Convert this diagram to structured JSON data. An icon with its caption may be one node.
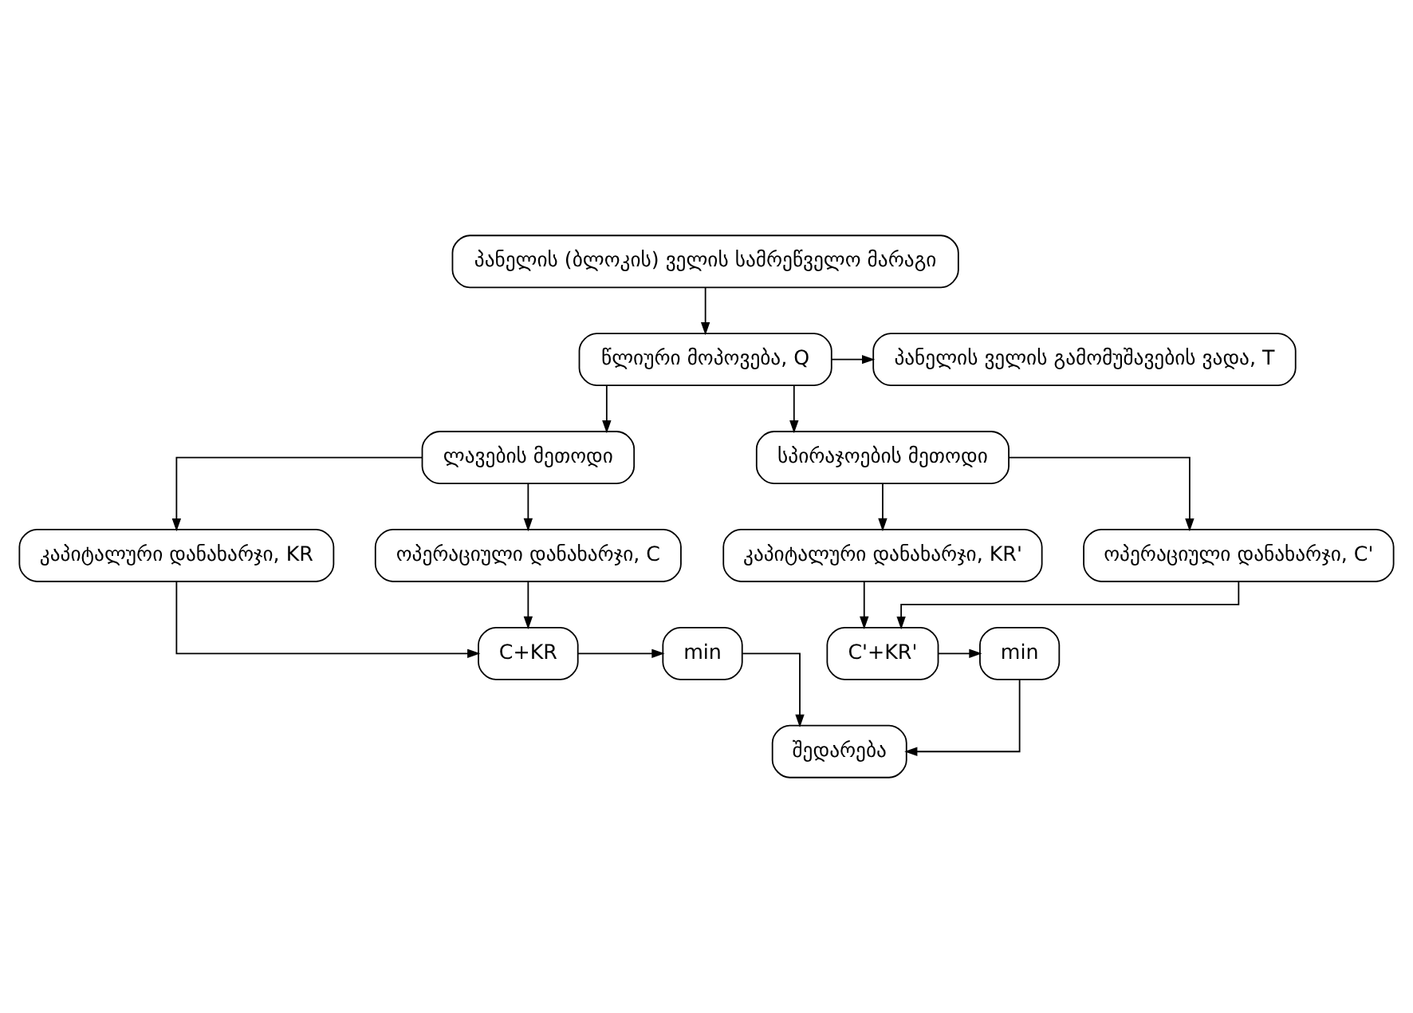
{
  "diagram": {
    "nodes": [
      {
        "text": [
          "პანელის (ბლოკის) ველის სამრეწველო მარაგი"
        ]
      },
      {
        "text": [
          "წლიური მოპოვება, Q"
        ]
      },
      {
        "text": [
          "პანელის ველის გამომუშავების ვადა, T"
        ]
      },
      {
        "text": [
          "ლავების მეთოდი"
        ]
      },
      {
        "text": [
          "სპირაჯოების მეთოდი"
        ]
      },
      {
        "text": [
          "კაპიტალური დანახარჯი, KR"
        ]
      },
      {
        "text": [
          "ოპერაციული დანახარჯი, C"
        ]
      },
      {
        "text": [
          "კაპიტალური დანახარჯი, KR'"
        ]
      },
      {
        "text": [
          "ოპერაციული დანახარჯი, C'"
        ]
      },
      {
        "text": [
          "C+KR"
        ]
      },
      {
        "text": [
          "min"
        ]
      },
      {
        "text": [
          "min"
        ]
      },
      {
        "text": [
          "C'+KR'"
        ]
      },
      {
        "text": [
          "შედარება"
        ]
      }
    ],
    "edges": [
      {
        "from": 0,
        "to": 1,
        "arrow": "to"
      },
      {
        "from": 1,
        "to": 2,
        "arrow": "to"
      },
      {
        "from": 1,
        "to": 3,
        "arrow": "to"
      },
      {
        "from": 1,
        "to": 4,
        "arrow": "to"
      },
      {
        "from": 3,
        "to": 5,
        "arrow": "to"
      },
      {
        "from": 3,
        "to": 6,
        "arrow": "to"
      },
      {
        "from": 4,
        "to": 7,
        "arrow": "to"
      },
      {
        "from": 4,
        "to": 8,
        "arrow": "to"
      },
      {
        "from": 5,
        "to": 9,
        "arrow": "to"
      },
      {
        "from": 6,
        "to": 9,
        "arrow": "to"
      },
      {
        "from": 7,
        "to": 12,
        "arrow": "to"
      },
      {
        "from": 8,
        "to": 12,
        "arrow": "to"
      },
      {
        "from": 9,
        "to": 10,
        "arrow": "to"
      },
      {
        "from": 12,
        "to": 11,
        "arrow": "to"
      },
      {
        "from": 10,
        "to": 13,
        "arrow": "to"
      },
      {
        "from": 11,
        "to": 13,
        "arrow": "to"
      }
    ]
  }
}
